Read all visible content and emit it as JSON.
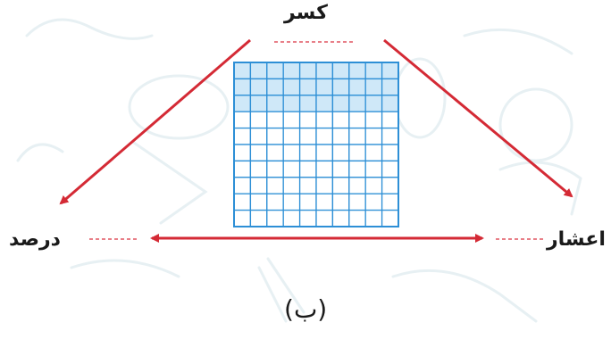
{
  "labels": {
    "top": "کسر",
    "left": "درصد",
    "right": "اعشار",
    "caption": "(ب)"
  },
  "grid": {
    "rows": 10,
    "cols": 10,
    "shaded_rows": 3
  },
  "colors": {
    "arrow": "#d42a35",
    "dash": "#e05560",
    "grid_line": "#2d8fd6",
    "grid_fill": "#ffffff",
    "grid_shaded": "#cfe8f8",
    "background_sketch": "#e7f0f3"
  }
}
